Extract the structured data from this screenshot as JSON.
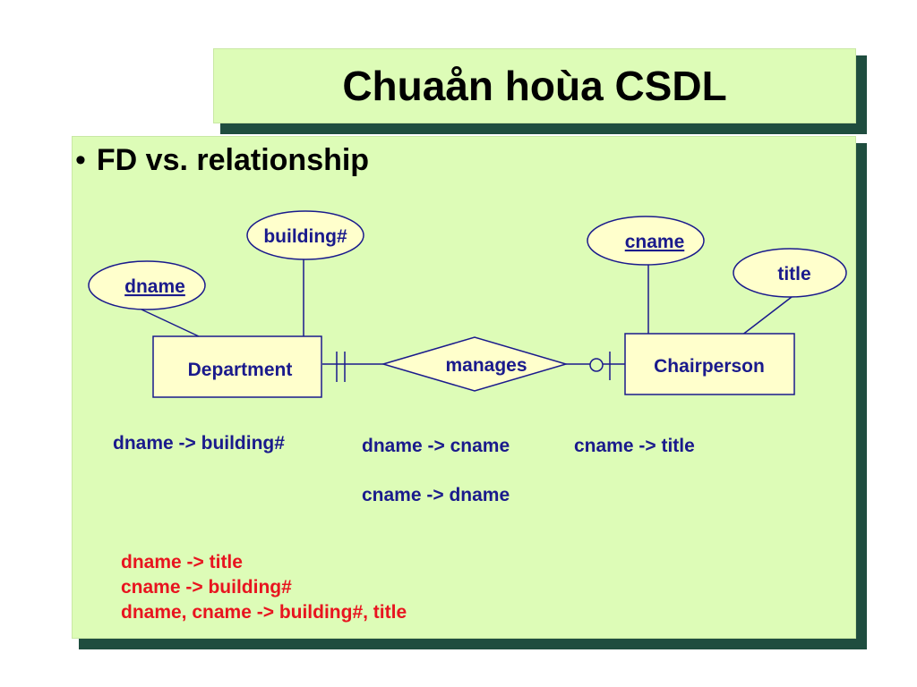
{
  "slide": {
    "title": "Chuaån hoùa CSDL",
    "bullet": "FD vs. relationship"
  },
  "diagram": {
    "entities": {
      "department": "Department",
      "chairperson": "Chairperson"
    },
    "relationship": "manages",
    "attributes": {
      "dname": "dname",
      "building": "building#",
      "cname": "cname",
      "title": "title"
    }
  },
  "fds": {
    "dept_fd": "dname -> building#",
    "rel_fd_1": "dname -> cname",
    "rel_fd_2": "cname -> dname",
    "chair_fd": "cname -> title"
  },
  "derived_fds": [
    "dname -> title",
    "cname -> building#",
    "dname, cname -> building#, title"
  ],
  "colors": {
    "panel": "#ddfcb7",
    "shadow": "#1f4d3f",
    "diagram_text": "#1a1a8c",
    "derived_text": "#e8141f",
    "entity_fill": "#ffffcc",
    "attribute_fill": "#ffffcc"
  }
}
